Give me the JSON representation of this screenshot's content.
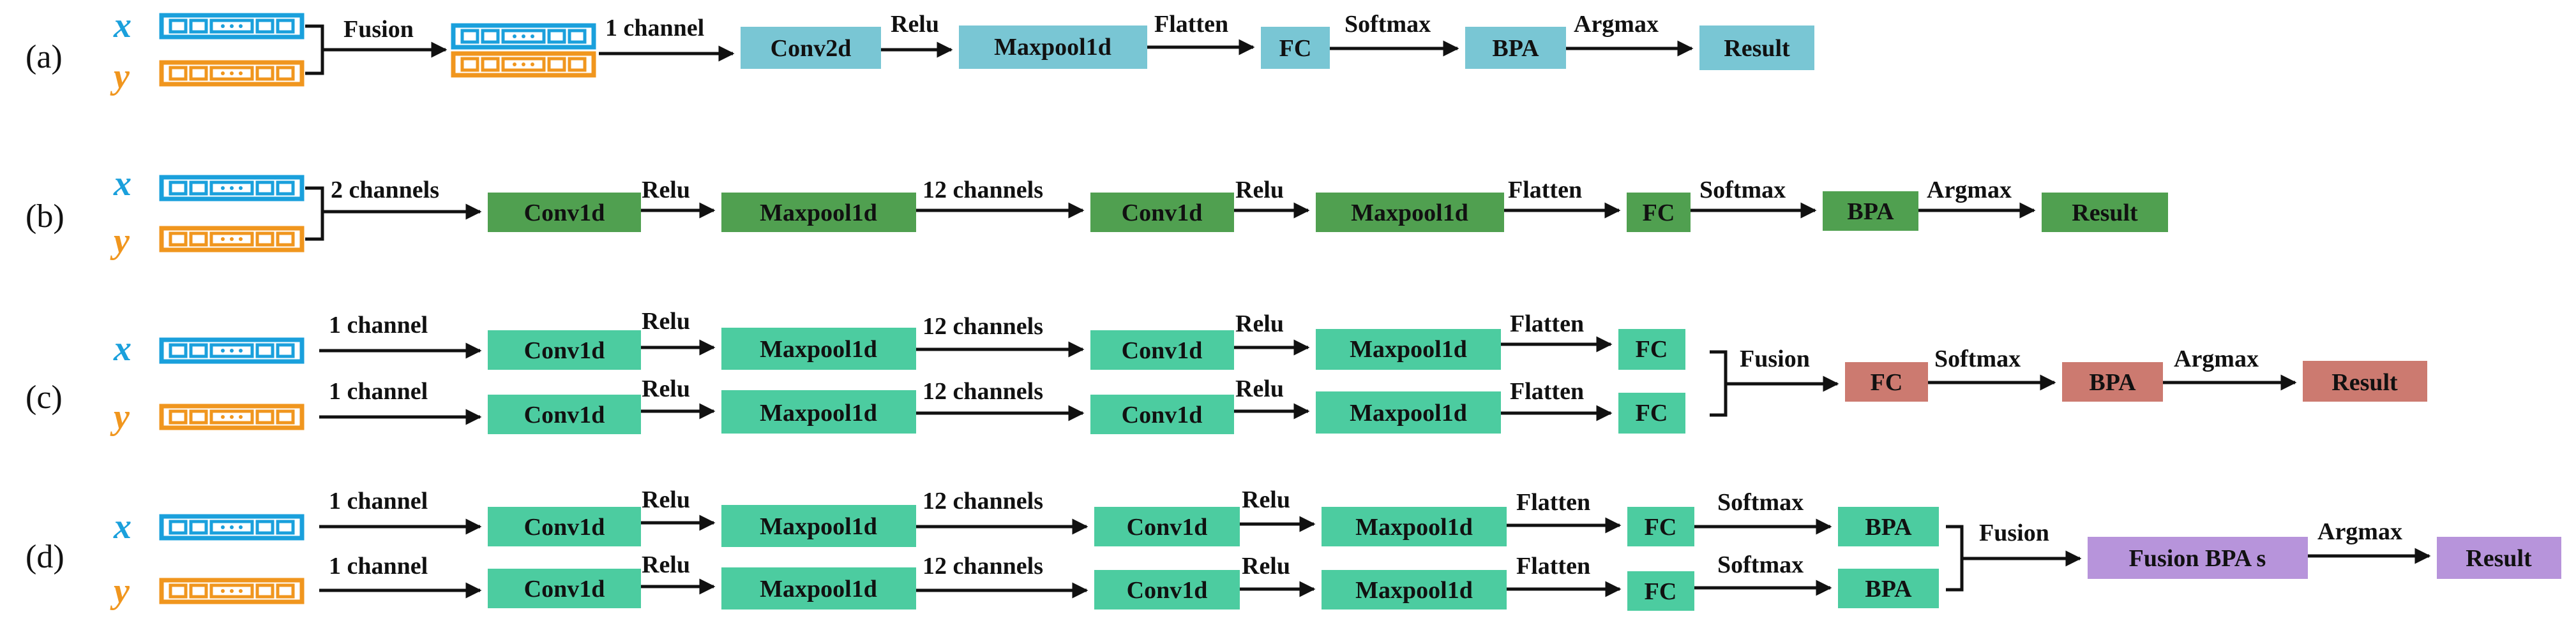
{
  "colors": {
    "cnn2d_box": "#79c6d4",
    "cnn1d_box": "#50a050",
    "cnn1d_branch_box": "#4ccca0",
    "fusion_fc_box": "#cc7a70",
    "fusion_bpa_box": "#b794db",
    "x_vector": "#1aa0dc",
    "y_vector": "#f0961e"
  },
  "icons": {
    "vector": "segmented-vector-icon",
    "arrow": "arrowhead-icon",
    "bracket": "merge-bracket-icon"
  },
  "rows": {
    "a": {
      "label": "(a)",
      "x": "x",
      "y": "y",
      "fusion": "Fusion",
      "one_channel": "1 channel",
      "conv2d": "Conv2d",
      "relu": "Relu",
      "maxpool": "Maxpool1d",
      "flatten": "Flatten",
      "fc": "FC",
      "softmax": "Softmax",
      "bpa": "BPA",
      "argmax": "Argmax",
      "result": "Result"
    },
    "b": {
      "label": "(b)",
      "x": "x",
      "y": "y",
      "two_channels": "2 channels",
      "conv1": "Conv1d",
      "relu1": "Relu",
      "maxpool1": "Maxpool1d",
      "twelve": "12 channels",
      "conv2": "Conv1d",
      "relu2": "Relu",
      "maxpool2": "Maxpool1d",
      "flatten": "Flatten",
      "fc": "FC",
      "softmax": "Softmax",
      "bpa": "BPA",
      "argmax": "Argmax",
      "result": "Result"
    },
    "c": {
      "label": "(c)",
      "x": "x",
      "y": "y",
      "x_branch": {
        "one_channel": "1 channel",
        "conv1": "Conv1d",
        "relu1": "Relu",
        "maxpool1": "Maxpool1d",
        "twelve": "12 channels",
        "conv2": "Conv1d",
        "relu2": "Relu",
        "maxpool2": "Maxpool1d",
        "flatten": "Flatten",
        "fc": "FC"
      },
      "y_branch": {
        "one_channel": "1 channel",
        "conv1": "Conv1d",
        "relu1": "Relu",
        "maxpool1": "Maxpool1d",
        "twelve": "12 channels",
        "conv2": "Conv1d",
        "relu2": "Relu",
        "maxpool2": "Maxpool1d",
        "flatten": "Flatten",
        "fc": "FC"
      },
      "fusion": "Fusion",
      "fc": "FC",
      "softmax": "Softmax",
      "bpa": "BPA",
      "argmax": "Argmax",
      "result": "Result"
    },
    "d": {
      "label": "(d)",
      "x": "x",
      "y": "y",
      "x_branch": {
        "one_channel": "1 channel",
        "conv1": "Conv1d",
        "relu1": "Relu",
        "maxpool1": "Maxpool1d",
        "twelve": "12 channels",
        "conv2": "Conv1d",
        "relu2": "Relu",
        "maxpool2": "Maxpool1d",
        "flatten": "Flatten",
        "fc": "FC",
        "softmax": "Softmax",
        "bpa": "BPA"
      },
      "y_branch": {
        "one_channel": "1 channel",
        "conv1": "Conv1d",
        "relu1": "Relu",
        "maxpool1": "Maxpool1d",
        "twelve": "12 channels",
        "conv2": "Conv1d",
        "relu2": "Relu",
        "maxpool2": "Maxpool1d",
        "flatten": "Flatten",
        "fc": "FC",
        "softmax": "Softmax",
        "bpa": "BPA"
      },
      "fusion": "Fusion",
      "fusion_bpa": "Fusion BPA s",
      "argmax": "Argmax",
      "result": "Result"
    }
  }
}
